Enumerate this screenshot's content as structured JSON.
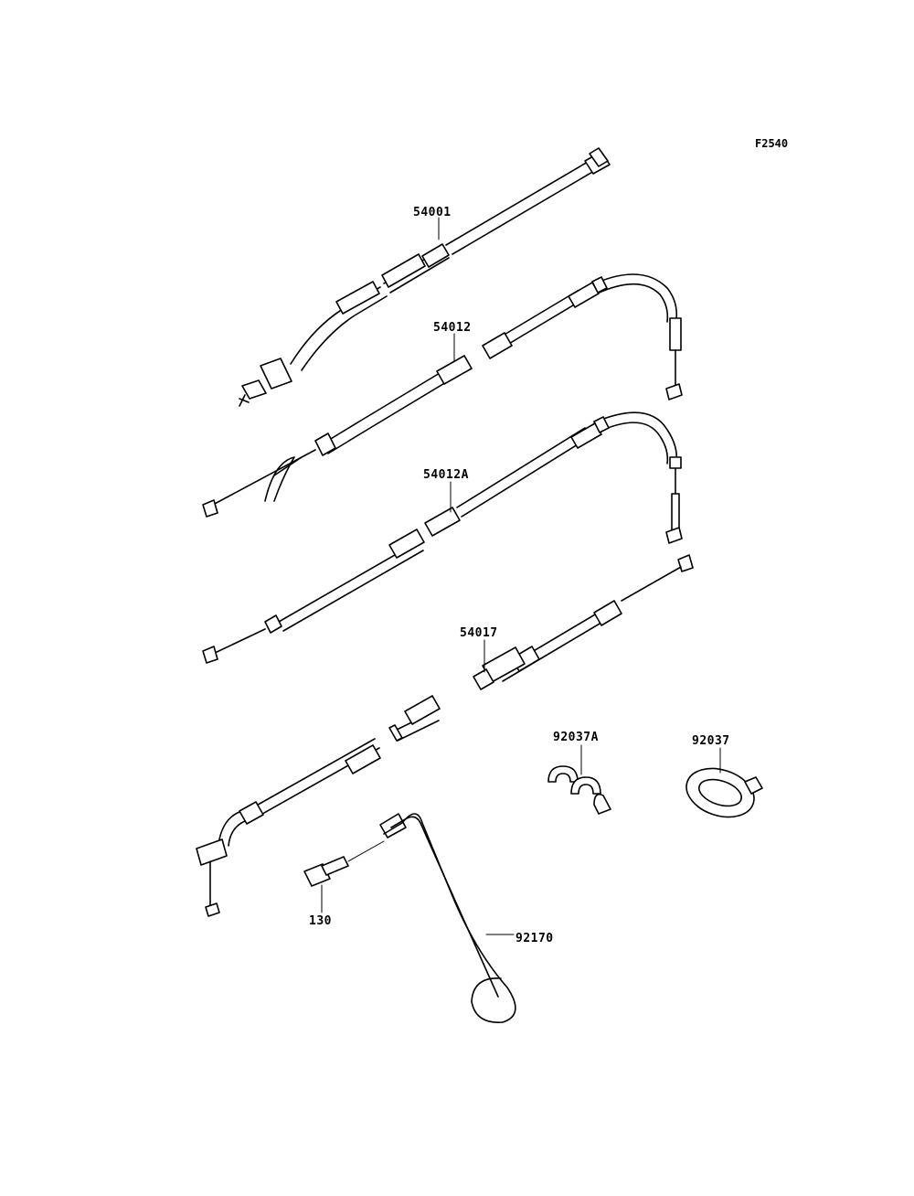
{
  "diagram": {
    "figure_ref": "F2540",
    "parts": [
      {
        "id": "54001",
        "label": "54001"
      },
      {
        "id": "54012",
        "label": "54012"
      },
      {
        "id": "54012A",
        "label": "54012A"
      },
      {
        "id": "54017",
        "label": "54017"
      },
      {
        "id": "92037A",
        "label": "92037A"
      },
      {
        "id": "92037",
        "label": "92037"
      },
      {
        "id": "130",
        "label": "130"
      },
      {
        "id": "92170",
        "label": "92170"
      }
    ]
  }
}
